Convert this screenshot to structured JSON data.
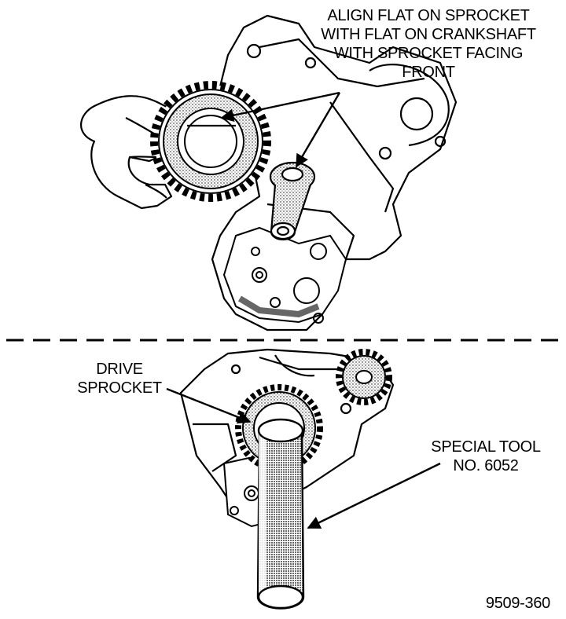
{
  "labels": {
    "align_flat": [
      "ALIGN FLAT ON SPROCKET",
      "WITH FLAT ON CRANKSHAFT",
      "WITH SPROCKET FACING",
      "FRONT"
    ],
    "drive_sprocket": [
      "DRIVE",
      "SPROCKET"
    ],
    "special_tool": [
      "SPECIAL TOOL",
      "NO. 6052"
    ],
    "figure_id": "9509-360"
  }
}
